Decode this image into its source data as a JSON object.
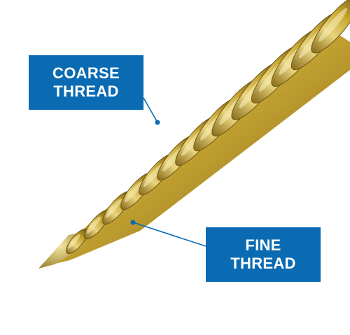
{
  "image": {
    "subject": "wood screw",
    "colors": {
      "background": "#ffffff",
      "callout_fill": "#0a6bb3",
      "callout_text": "#ffffff",
      "leader_line": "#0a6bb3",
      "screw_gold": "#c9a733",
      "screw_shadow": "#7a6118",
      "screw_highlight": "#f3e6a2"
    }
  },
  "callouts": {
    "coarse": {
      "line1": "COARSE",
      "line2": "THREAD"
    },
    "fine": {
      "line1": "FINE",
      "line2": "THREAD"
    }
  }
}
